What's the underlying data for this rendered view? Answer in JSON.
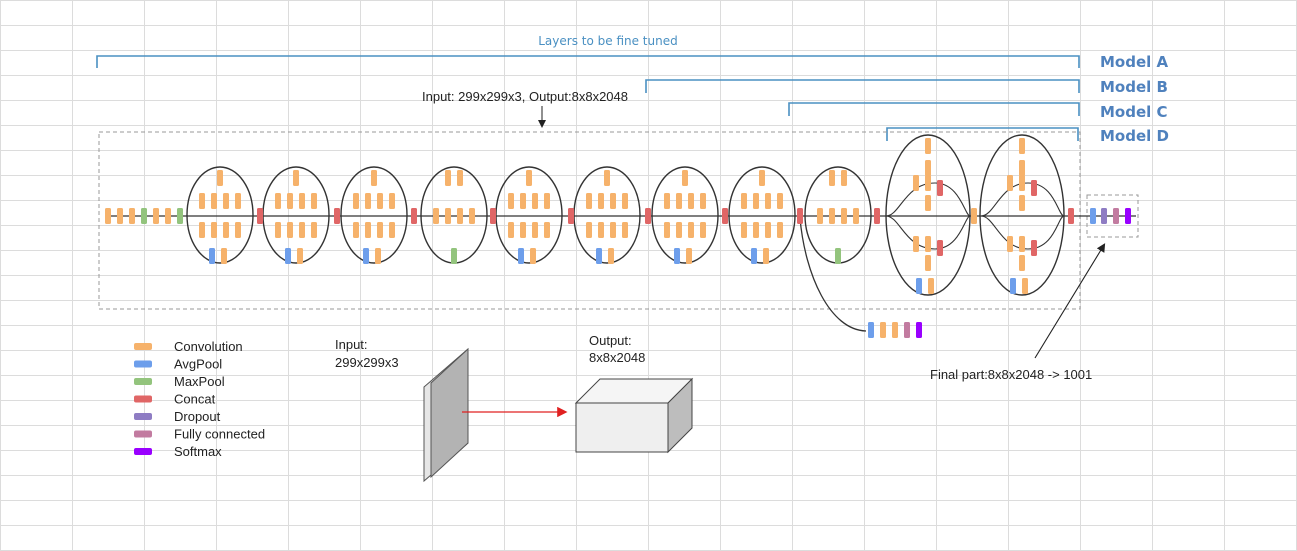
{
  "header_label": "Layers to be fine tuned",
  "models": [
    "Model A",
    "Model B",
    "Model C",
    "Model D"
  ],
  "io_caption": "Input: 299x299x3, Output:8x8x2048",
  "input_label": [
    "Input:",
    "299x299x3"
  ],
  "output_label": [
    "Output:",
    "8x8x2048"
  ],
  "final_part": "Final part:8x8x2048 -> 1001",
  "legend": [
    {
      "label": "Convolution",
      "color": "#f6b26b"
    },
    {
      "label": "AvgPool",
      "color": "#6d9eeb"
    },
    {
      "label": "MaxPool",
      "color": "#93c47d"
    },
    {
      "label": "Concat",
      "color": "#e06666"
    },
    {
      "label": "Dropout",
      "color": "#8e7cc3"
    },
    {
      "label": "Fully connected",
      "color": "#c27ba0"
    },
    {
      "label": "Softmax",
      "color": "#9900ff"
    }
  ],
  "colors": {
    "bracket": "#4a90c2",
    "model_text": "#4f81bd",
    "grid": "#dcdcdc",
    "arrow_red": "#e02020"
  }
}
